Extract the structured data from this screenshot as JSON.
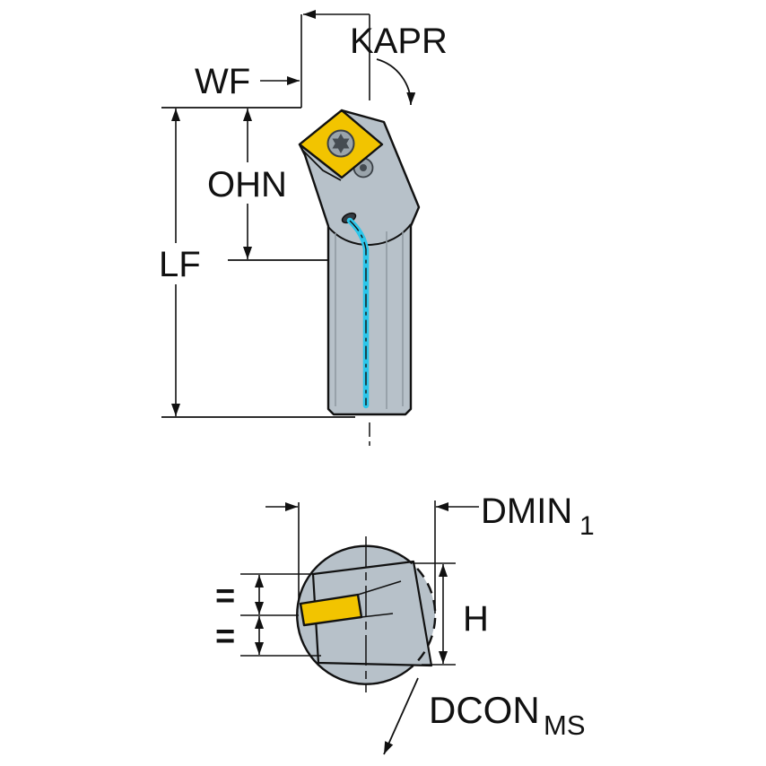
{
  "labels": {
    "kapr": "KAPR",
    "wf": "WF",
    "ohn": "OHN",
    "lf": "LF",
    "dmin": "DMIN",
    "dmin_sub": "1",
    "h": "H",
    "dcon": "DCON",
    "dcon_sub": "MS",
    "equal_upper": "=",
    "equal_lower": "="
  },
  "colors": {
    "outline": "#111111",
    "body_gray": "#b7c1c9",
    "insert_yellow": "#f2c400",
    "coolant_cyan": "#2cc6ea",
    "screw_gray": "#9aa4ab",
    "screw_dark": "#454c52",
    "shading_gray": "#8d97a0",
    "background": "#ffffff"
  }
}
